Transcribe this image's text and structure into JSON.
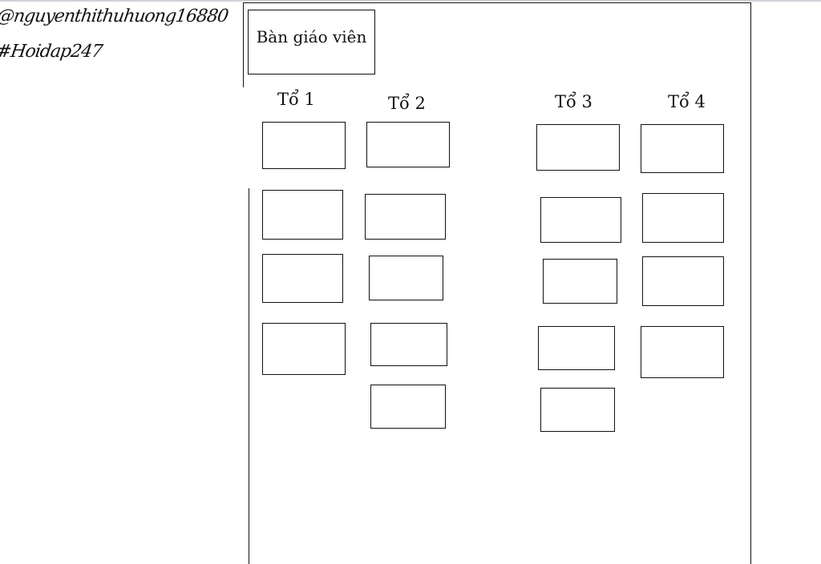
{
  "watermark": {
    "username": "@nguyenthithuhuong16880",
    "hashtag": "#Hoidap247"
  },
  "classroom": {
    "teacher_desk_label": "Bàn giáo viên",
    "groups": [
      {
        "label": "Tổ 1",
        "desk_count": 4
      },
      {
        "label": "Tổ 2",
        "desk_count": 5
      },
      {
        "label": "Tổ 3",
        "desk_count": 5
      },
      {
        "label": "Tổ 4",
        "desk_count": 4
      }
    ]
  }
}
